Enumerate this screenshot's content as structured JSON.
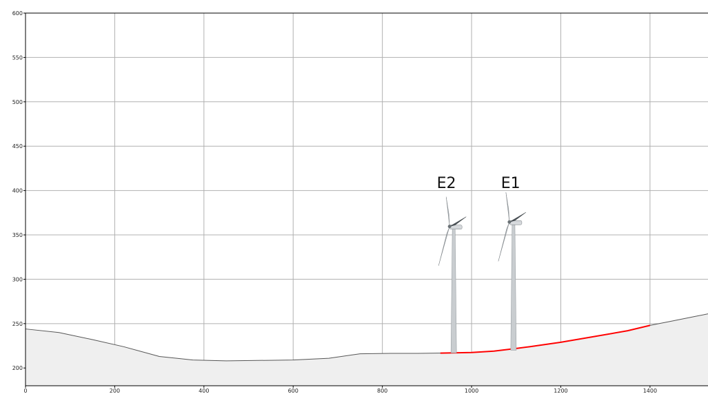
{
  "chart_data": {
    "type": "area",
    "title": "",
    "xlabel": "",
    "ylabel": "",
    "xlim": [
      0,
      1530
    ],
    "ylim": [
      180,
      600
    ],
    "x_ticks": [
      0,
      200,
      400,
      600,
      800,
      1000,
      1200,
      1400
    ],
    "y_ticks": [
      200,
      250,
      300,
      350,
      400,
      450,
      500,
      550,
      600
    ],
    "grid": true,
    "series": [
      {
        "values_x": [
          0,
          75,
          150,
          220,
          300,
          375,
          450,
          520,
          600,
          680,
          750,
          820,
          880,
          930,
          1000,
          1050,
          1100,
          1130,
          1200,
          1270,
          1350,
          1400,
          1450,
          1500,
          1530
        ],
        "values_y": [
          244,
          240,
          232,
          224,
          213,
          209,
          208,
          208.5,
          209,
          211,
          216,
          216.5,
          216.5,
          216.8,
          217.5,
          219,
          222,
          224,
          229,
          235,
          242,
          248,
          253,
          258,
          261
        ],
        "color": "#555555",
        "fill": "#efefef"
      },
      {
        "values_x": [
          930,
          1000,
          1050,
          1100,
          1130,
          1200,
          1270,
          1350,
          1400
        ],
        "values_y": [
          216.8,
          217.5,
          219,
          222,
          224,
          229,
          235,
          242,
          248
        ],
        "color": "#ff0000"
      }
    ],
    "annotations": [
      {
        "text": "E2",
        "x": 922,
        "y": 403
      },
      {
        "text": "E1",
        "x": 1066,
        "y": 403
      }
    ],
    "turbines": [
      {
        "label": "E2",
        "base_x": 960,
        "base_y": 217,
        "hub_y": 358
      },
      {
        "label": "E1",
        "base_x": 1094,
        "base_y": 220,
        "hub_y": 363
      }
    ]
  }
}
